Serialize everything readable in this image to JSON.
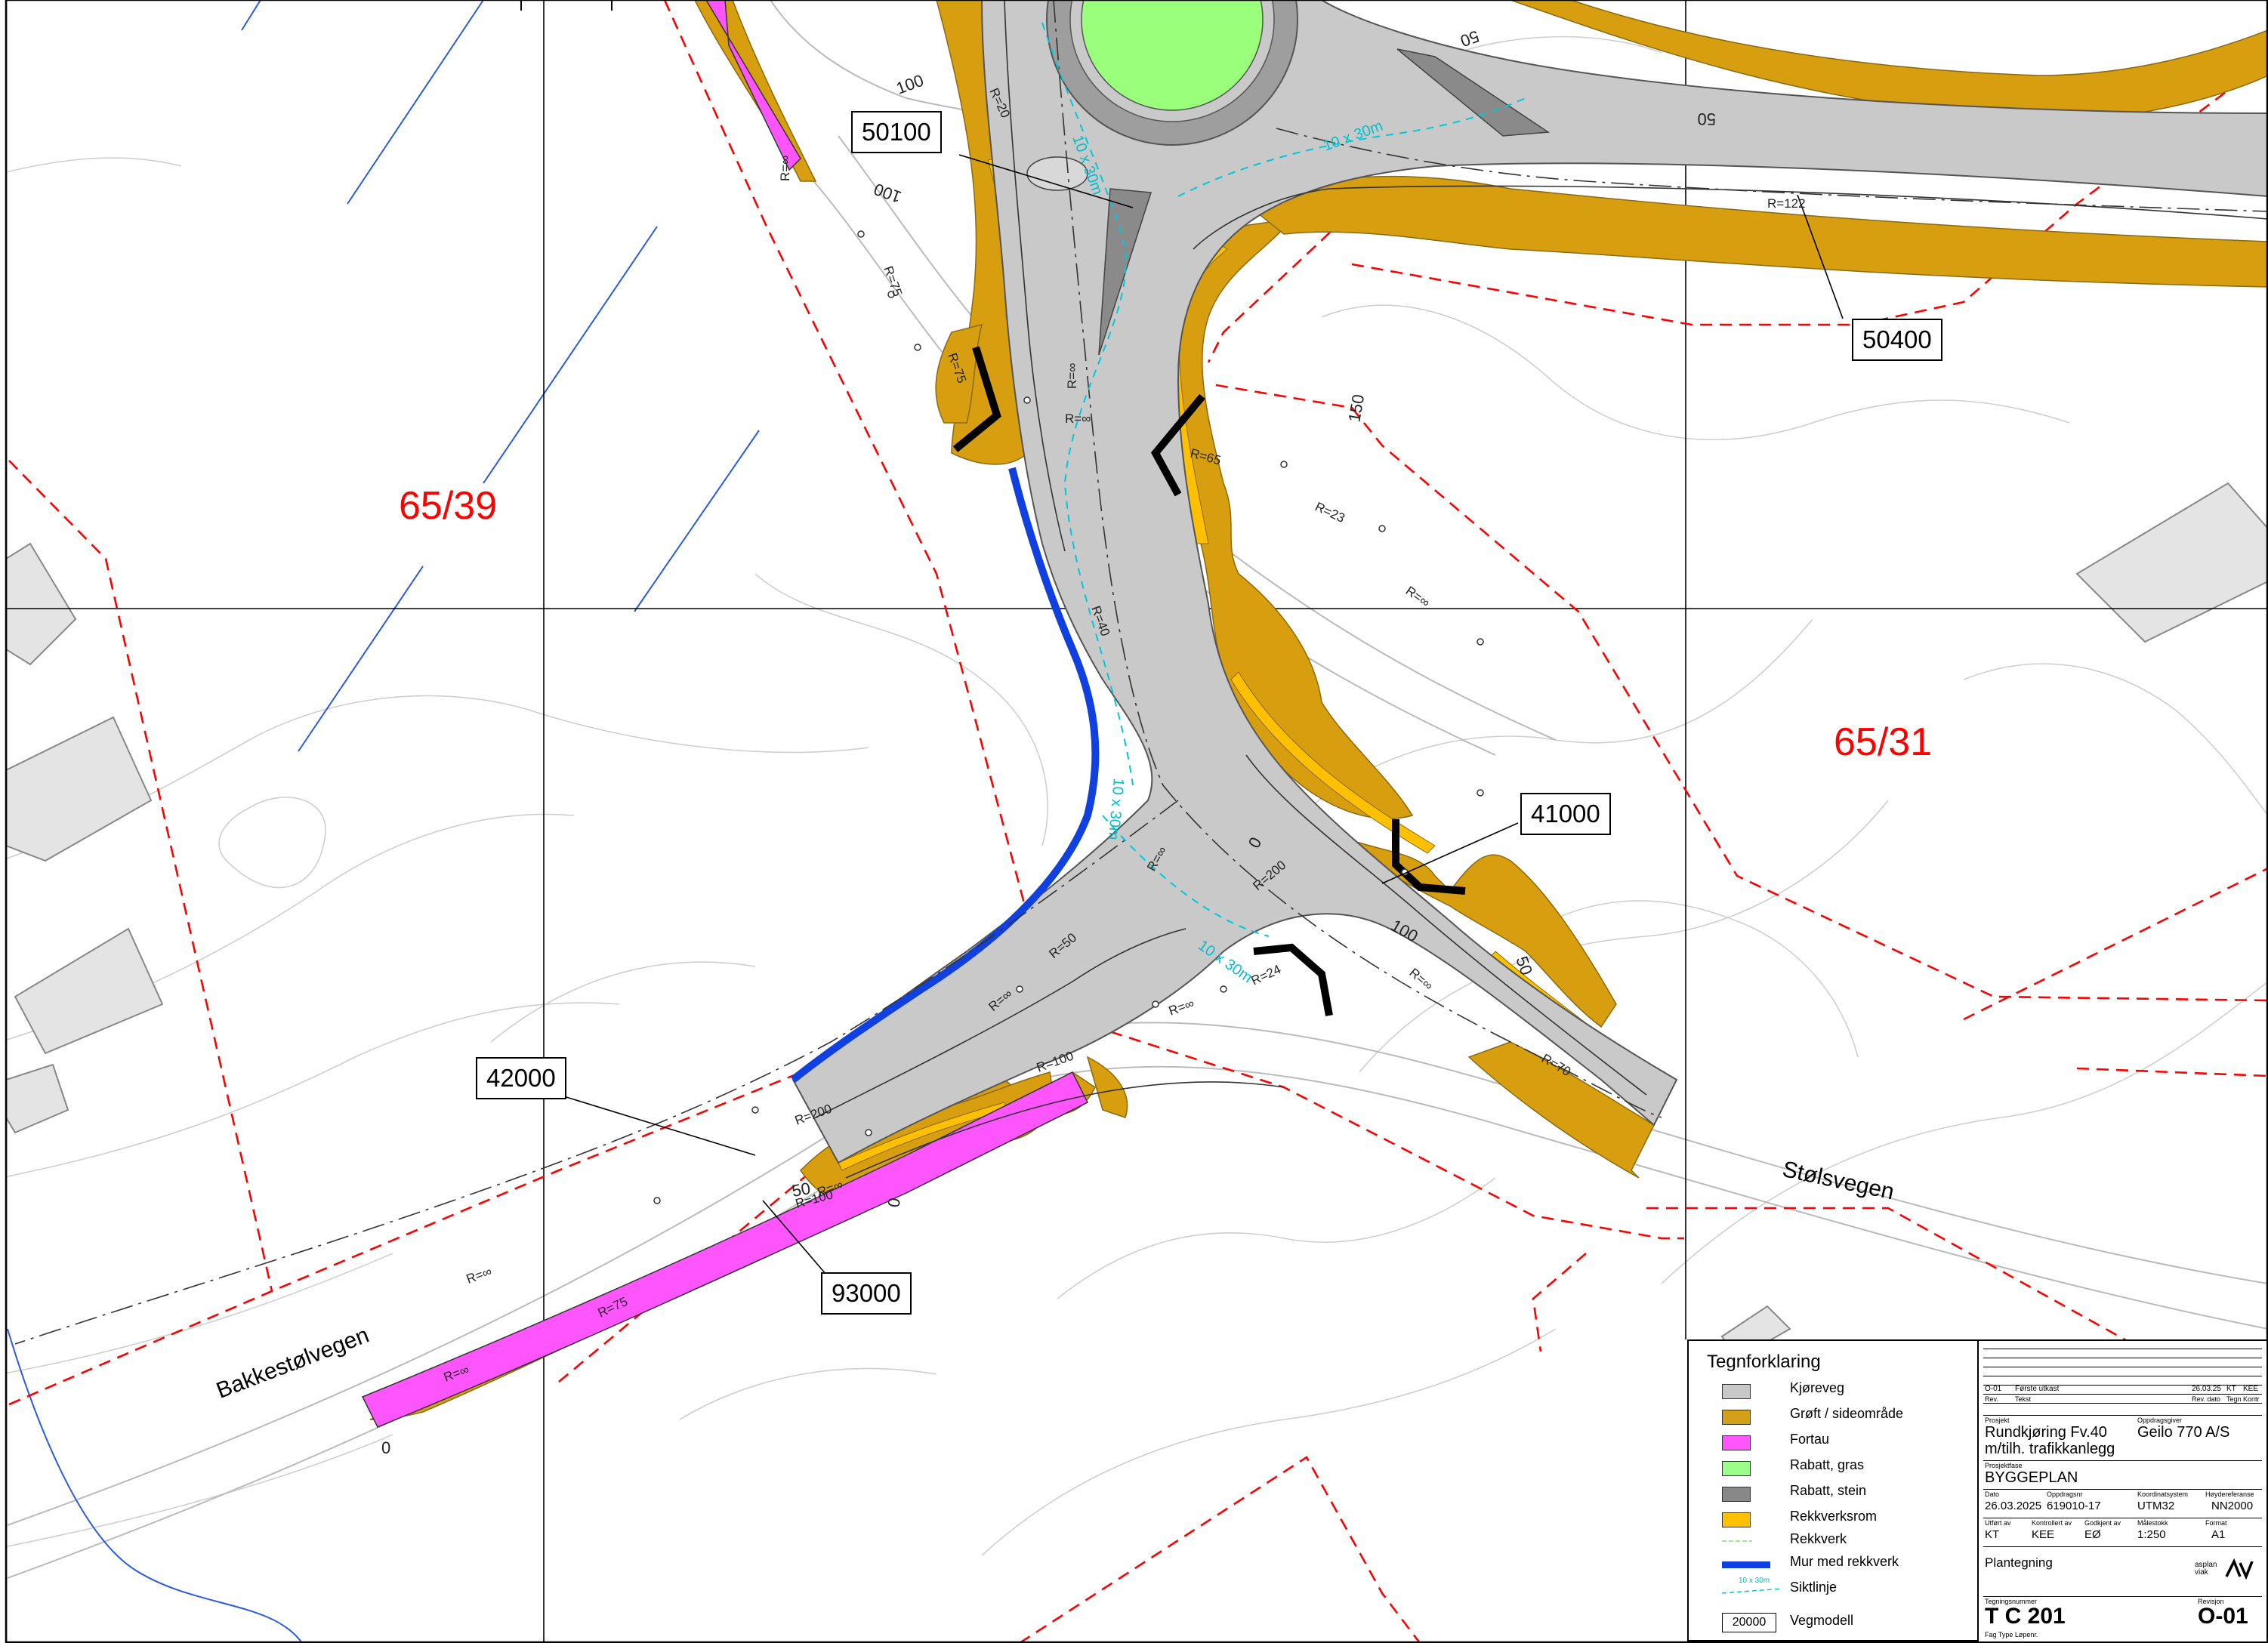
{
  "parcels": [
    {
      "id": "left",
      "label": "65/39"
    },
    {
      "id": "right",
      "label": "65/31"
    }
  ],
  "object_tags": [
    "50100",
    "50400",
    "41000",
    "42000",
    "93000"
  ],
  "road_names": {
    "west": "Bakkestølvegen",
    "east": "Stølsvegen"
  },
  "legend": {
    "title": "Tegnforklaring",
    "items": [
      {
        "label": "Kjøreveg",
        "color": "#c8c8c8"
      },
      {
        "label": "Grøft / sideområde",
        "color": "#d4a017"
      },
      {
        "label": "Fortau",
        "color": "#ff55ff"
      },
      {
        "label": "Rabatt, gras",
        "color": "#99ff88"
      },
      {
        "label": "Rabatt, stein",
        "color": "#888888"
      },
      {
        "label": "Rekkverksrom",
        "color": "#ffc000"
      },
      {
        "label": "Rekkverk",
        "color": "#a6e39a"
      },
      {
        "label": "Mur med rekkverk",
        "color": "#1040e0"
      },
      {
        "label": "Siktlinje",
        "color": "#00c8d8",
        "sample": "10 x 30m"
      },
      {
        "label": "Vegmodell",
        "sample": "20000"
      }
    ]
  },
  "title_block": {
    "revision_row": {
      "rev": "O-01",
      "text": "Første utkast",
      "date": "26.03.25",
      "drawn": "KT",
      "checked": "KEE"
    },
    "revision_headers": {
      "rev": "Rev.",
      "text": "Tekst",
      "date": "Rev. dato",
      "drawn": "Tegn",
      "checked": "Kontr"
    },
    "project_label": "Prosjekt",
    "project": [
      "Rundkjøring Fv.40",
      "m/tilh. trafikkanlegg"
    ],
    "client_label": "Oppdragsgiver",
    "client": "Geilo 770 A/S",
    "phase_label": "Prosjektfase",
    "phase": "BYGGEPLAN",
    "meta_labels": [
      "Dato",
      "Oppdragsnr",
      "Koordinatsystem",
      "Høydereferanse"
    ],
    "meta_values": [
      "26.03.2025",
      "619010-17",
      "UTM32",
      "NN2000"
    ],
    "meta2_labels": [
      "Utført av",
      "Kontrollert av",
      "Godkjent av",
      "Målestokk",
      "Format"
    ],
    "meta2_values": [
      "KT",
      "KEE",
      "EØ",
      "1:250",
      "A1"
    ],
    "drawing_title": "Plantegning",
    "company": [
      "asplan",
      "viak"
    ],
    "drawing_number_label": "Tegningsnummer",
    "drawing_number": "T C 201",
    "drawing_number_sub": "Fag  Type  Løpenr.",
    "revision_label": "Revisjon",
    "revision": "O-01"
  },
  "annotations": {
    "sight_lines": [
      "10 x 30m",
      "10 x 30m",
      "10 x 30m",
      "10 x 30m"
    ],
    "radii": [
      "R=20",
      "R=75",
      "R=75",
      "R=∞",
      "R=∞",
      "R=∞",
      "R=65",
      "R=23",
      "R=∞",
      "R=40",
      "R=122",
      "R=200",
      "R=∞",
      "R=50",
      "R=∞",
      "R=∞",
      "R=24",
      "R=∞",
      "R=70",
      "R=200",
      "R=100",
      "R=∞",
      "R=75",
      "R=∞",
      "R=∞",
      "R=100"
    ],
    "chainage": [
      "100",
      "100",
      "50",
      "50",
      "150",
      "100",
      "0",
      "50",
      "0",
      "50",
      "0"
    ]
  }
}
